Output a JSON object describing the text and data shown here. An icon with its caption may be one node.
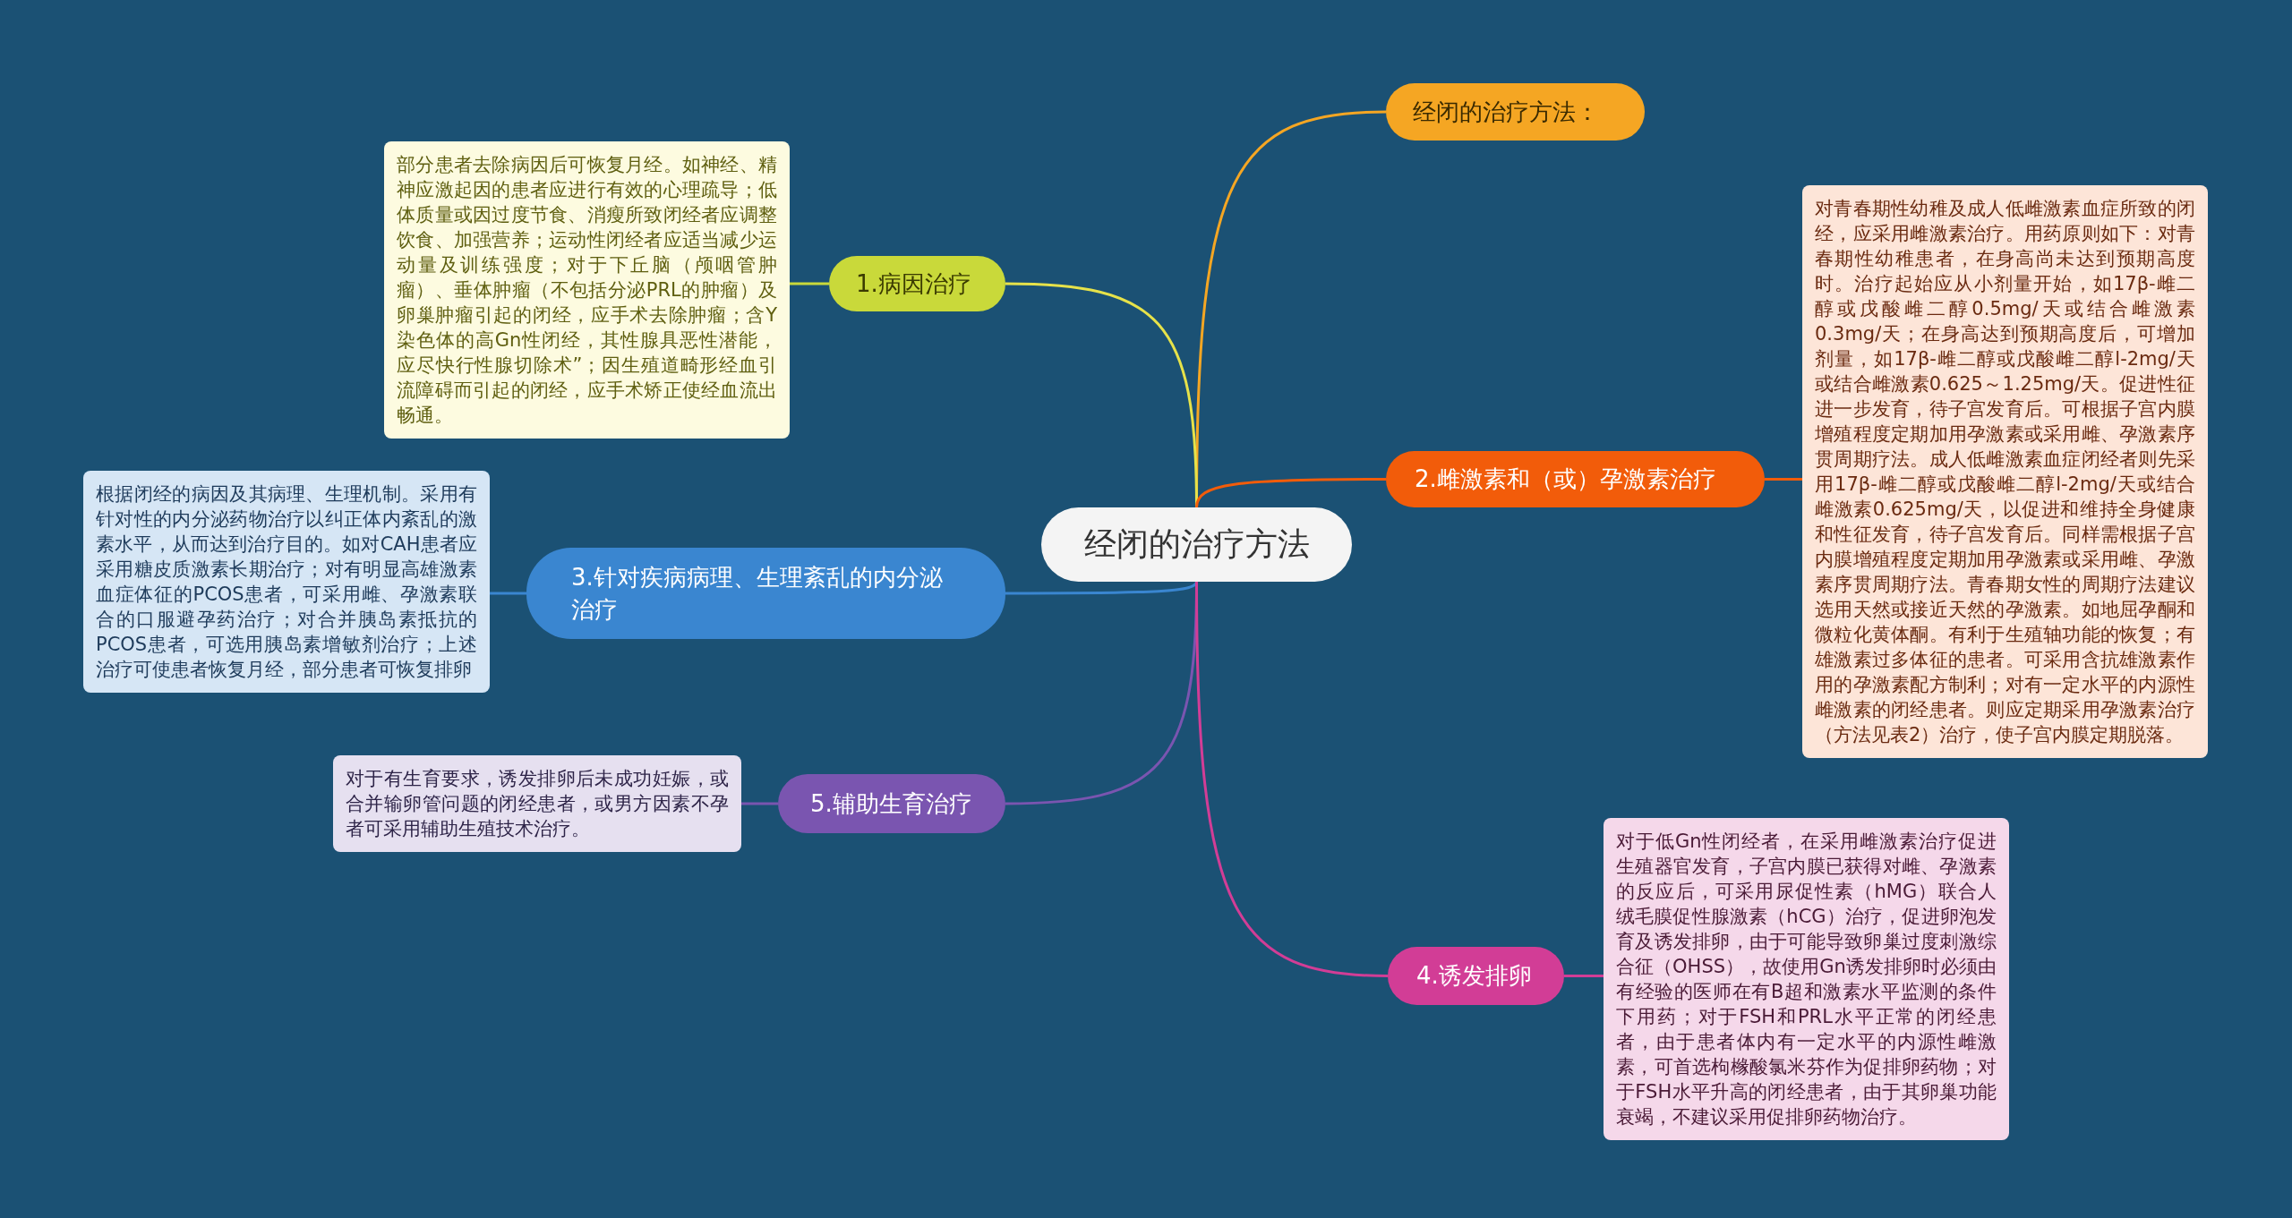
{
  "diagram": {
    "nodes": [
      {
        "text": [
          "经闭的治疗方法"
        ]
      },
      {
        "text": [
          "经闭的治疗方法："
        ]
      },
      {
        "text": [
          "1.病因治疗"
        ]
      },
      {
        "text": [
          "部分患者去除病因后可恢复月经。如神经、精神应激起因的患者应进行有效的心理疏导；低体质量或因过度节食、消瘦所致闭经者应调整饮食、加强营养；运动性闭经者应适当减少运动量及训练强度；对于下丘脑（颅咽管肿瘤）、垂体肿瘤（不包括分泌PRL的肿瘤）及卵巢肿瘤引起的闭经，应手术去除肿瘤；含Y染色体的高Gn性闭经，其性腺具恶性潜能，应尽快行性腺切除术”；因生殖道畸形经血引流障碍而引起的闭经，应手术矫正使经血流出畅通。"
        ]
      },
      {
        "text": [
          "2.雌激素和（或）孕激素治疗"
        ]
      },
      {
        "text": [
          "对青春期性幼稚及成人低雌激素血症所致的闭经，应采用雌激素治疗。用药原则如下：对青春期性幼稚患者，在身高尚未达到预期高度时。治疗起始应从小剂量开始，如17β-雌二醇或戊酸雌二醇0.5mg/天或结合雌激素0.3mg/天；在身高达到预期高度后，可增加剂量，如17β-雌二醇或戊酸雌二醇l-2mg/天或结合雌激素0.625～1.25mg/天。促进性征进一步发育，待子宫发育后。可根据子宫内膜增殖程度定期加用孕激素或采用雌、孕激素序贯周期疗法。成人低雌激素血症闭经者则先采用17β-雌二醇或戊酸雌二醇l-2mg/天或结合雌激素0.625mg/天，以促进和维持全身健康和性征发育，待子宫发育后。同样需根据子宫内膜增殖程度定期加用孕激素或采用雌、孕激素序贯周期疗法。青春期女性的周期疗法建议选用天然或接近天然的孕激素。如地屈孕酮和微粒化黄体酮。有利于生殖轴功能的恢复；有雄激素过多体征的患者。可采用含抗雄激素作用的孕激素配方制利；对有一定水平的内源性雌激素的闭经患者。则应定期采用孕激素治疗（方法见表2）治疗，使子宫内膜定期脱落。"
        ]
      },
      {
        "text": [
          "3.针对疾病病理、生理紊乱的内分泌治疗"
        ]
      },
      {
        "text": [
          "根据闭经的病因及其病理、生理机制。采用有针对性的内分泌药物治疗以纠正体内紊乱的激素水平，从而达到治疗目的。如对CAH患者应采用糖皮质激素长期治疗；对有明显高雄激素血症体征的PCOS患者，可采用雌、孕激素联合的口服避孕药治疗；对合并胰岛素抵抗的PCOS患者，可选用胰岛素增敏剂治疗；上述治疗可使患者恢复月经，部分患者可恢复排卵"
        ]
      },
      {
        "text": [
          "5.辅助生育治疗"
        ]
      },
      {
        "text": [
          "对于有生育要求，诱发排卵后未成功妊娠，或合并输卵管问题的闭经患者，或男方因素不孕者可采用辅助生殖技术治疗。"
        ]
      },
      {
        "text": [
          "4.诱发排卵"
        ]
      },
      {
        "text": [
          "对于低Gn性闭经者，在采用雌激素治疗促进生殖器官发育，子宫内膜已获得对雌、孕激素的反应后，可采用尿促性素（hMG）联合人绒毛膜促性腺激素（hCG）治疗，促进卵泡发育及诱发排卵，由于可能导致卵巢过度刺激综合征（OHSS），故使用Gn诱发排卵时必须由有经验的医师在有B超和激素水平监测的条件下用药；对于FSH和PRL水平正常的闭经患者，由于患者体内有一定水平的内源性雌激素，可首选枸橼酸氯米芬作为促排卵药物；对于FSH水平升高的闭经患者，由于其卵巢功能衰竭，不建议采用促排卵药物治疗。"
        ]
      }
    ],
    "edges": [
      {
        "from": 0,
        "to": 1,
        "arrow": "none",
        "color": "#f5a623"
      },
      {
        "from": 0,
        "to": 2,
        "arrow": "none",
        "color": "#e6e24a"
      },
      {
        "from": 2,
        "to": 3,
        "arrow": "none",
        "color": "#c9d93a"
      },
      {
        "from": 0,
        "to": 4,
        "arrow": "none",
        "color": "#f25c0a"
      },
      {
        "from": 4,
        "to": 5,
        "arrow": "none",
        "color": "#f25c0a"
      },
      {
        "from": 0,
        "to": 6,
        "arrow": "none",
        "color": "#3a86d0"
      },
      {
        "from": 6,
        "to": 7,
        "arrow": "none",
        "color": "#3a86d0"
      },
      {
        "from": 0,
        "to": 8,
        "arrow": "none",
        "color": "#7a55b0"
      },
      {
        "from": 8,
        "to": 9,
        "arrow": "none",
        "color": "#7a55b0"
      },
      {
        "from": 0,
        "to": 10,
        "arrow": "none",
        "color": "#d23d96"
      },
      {
        "from": 10,
        "to": 11,
        "arrow": "none",
        "color": "#d23d96"
      }
    ]
  }
}
